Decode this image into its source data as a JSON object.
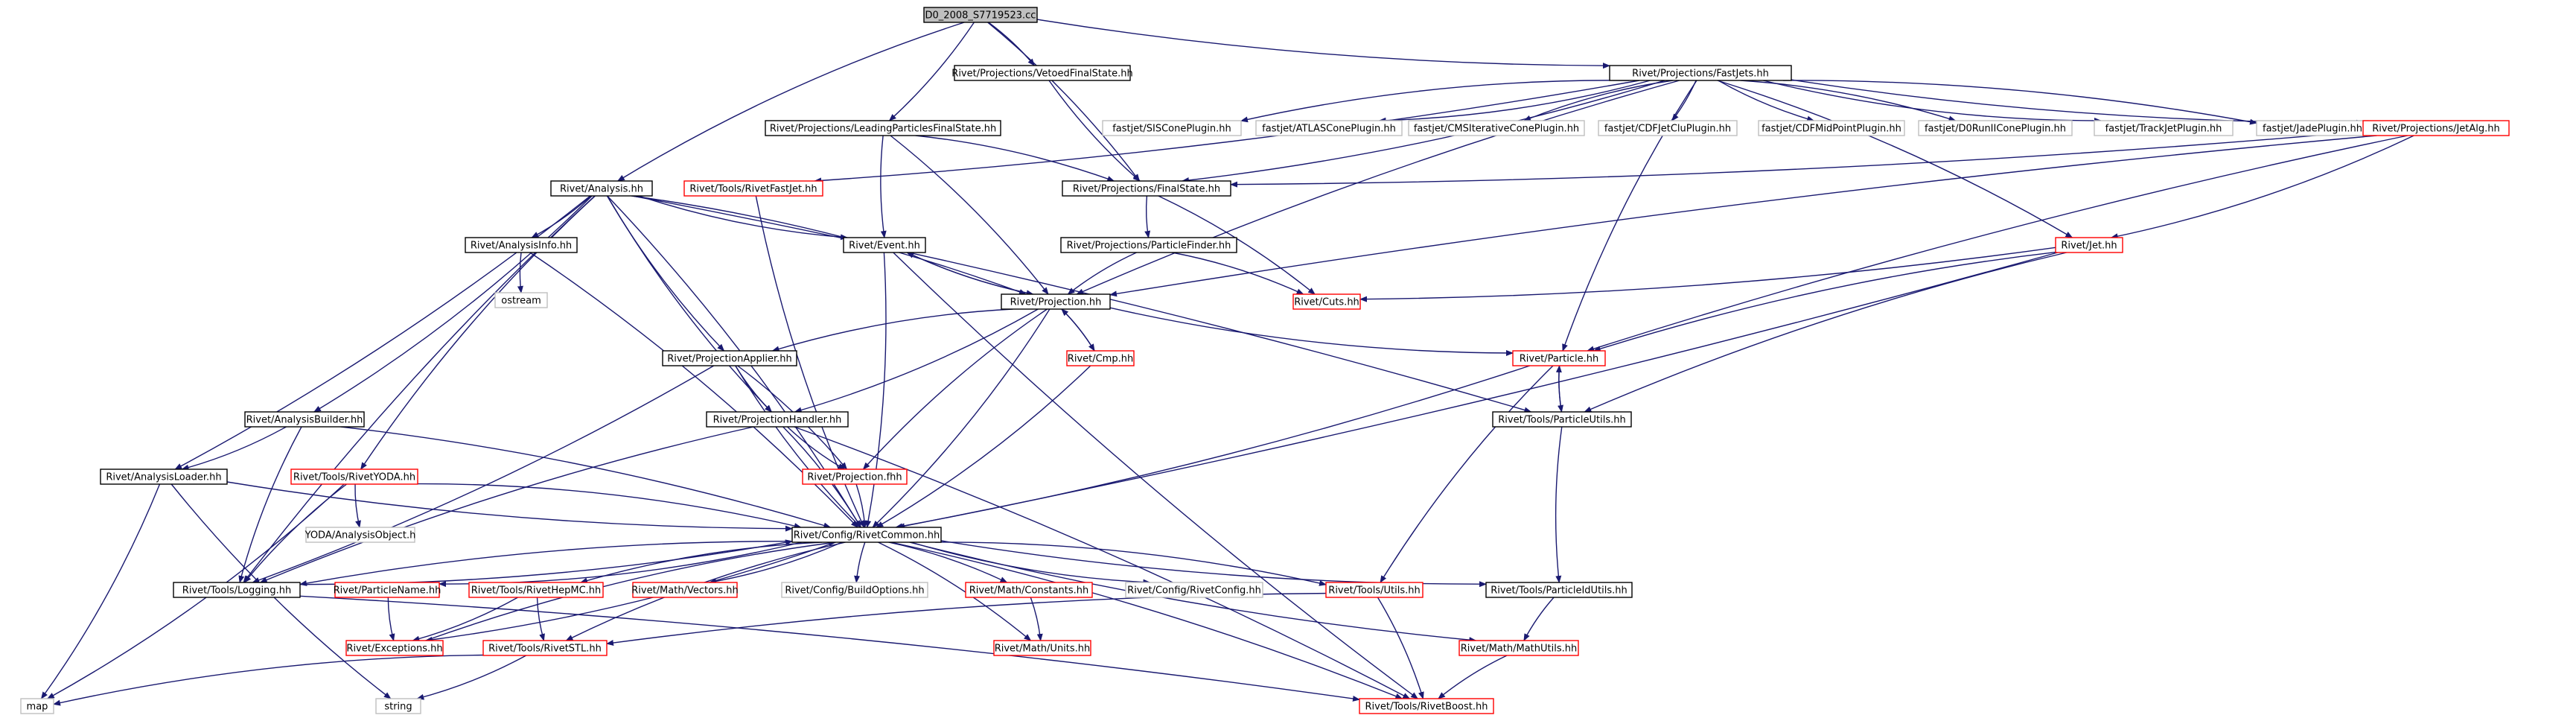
{
  "colors": {
    "edge": "#191970",
    "box_normal": "#000000",
    "box_missing": "#bfbfbf",
    "box_truncated": "#ff0000",
    "root_fill": "#bfbfbf",
    "background": "#ffffff"
  },
  "nodes": [
    {
      "id": "root",
      "label": "D0_2008_S7719523.cc",
      "style": "root"
    },
    {
      "id": "vfs",
      "label": "Rivet/Projections/VetoedFinalState.hh",
      "style": "normal"
    },
    {
      "id": "fj",
      "label": "Rivet/Projections/FastJets.hh",
      "style": "normal"
    },
    {
      "id": "lpfs",
      "label": "Rivet/Projections/LeadingParticlesFinalState.hh",
      "style": "normal"
    },
    {
      "id": "rfj",
      "label": "Rivet/Tools/RivetFastJet.hh",
      "style": "truncated"
    },
    {
      "id": "sis",
      "label": "fastjet/SISConePlugin.hh",
      "style": "missing"
    },
    {
      "id": "atlas",
      "label": "fastjet/ATLASConePlugin.hh",
      "style": "missing"
    },
    {
      "id": "cms",
      "label": "fastjet/CMSIterativeConePlugin.hh",
      "style": "missing"
    },
    {
      "id": "cdfclu",
      "label": "fastjet/CDFJetCluPlugin.hh",
      "style": "missing"
    },
    {
      "id": "cdfmid",
      "label": "fastjet/CDFMidPointPlugin.hh",
      "style": "missing"
    },
    {
      "id": "d0run",
      "label": "fastjet/D0RunIIConePlugin.hh",
      "style": "missing"
    },
    {
      "id": "track",
      "label": "fastjet/TrackJetPlugin.hh",
      "style": "missing"
    },
    {
      "id": "jade",
      "label": "fastjet/JadePlugin.hh",
      "style": "missing"
    },
    {
      "id": "jetalg",
      "label": "Rivet/Projections/JetAlg.hh",
      "style": "truncated"
    },
    {
      "id": "analysis",
      "label": "Rivet/Analysis.hh",
      "style": "normal"
    },
    {
      "id": "fs",
      "label": "Rivet/Projections/FinalState.hh",
      "style": "normal"
    },
    {
      "id": "ainfo",
      "label": "Rivet/AnalysisInfo.hh",
      "style": "normal"
    },
    {
      "id": "event",
      "label": "Rivet/Event.hh",
      "style": "normal"
    },
    {
      "id": "pf",
      "label": "Rivet/Projections/ParticleFinder.hh",
      "style": "normal"
    },
    {
      "id": "jet",
      "label": "Rivet/Jet.hh",
      "style": "truncated"
    },
    {
      "id": "ostream",
      "label": "ostream",
      "style": "missing"
    },
    {
      "id": "proj",
      "label": "Rivet/Projection.hh",
      "style": "normal"
    },
    {
      "id": "cuts",
      "label": "Rivet/Cuts.hh",
      "style": "truncated"
    },
    {
      "id": "papp",
      "label": "Rivet/ProjectionApplier.hh",
      "style": "normal"
    },
    {
      "id": "cmp",
      "label": "Rivet/Cmp.hh",
      "style": "truncated"
    },
    {
      "id": "particle",
      "label": "Rivet/Particle.hh",
      "style": "truncated"
    },
    {
      "id": "abuilder",
      "label": "Rivet/AnalysisBuilder.hh",
      "style": "normal"
    },
    {
      "id": "phandler",
      "label": "Rivet/ProjectionHandler.hh",
      "style": "normal"
    },
    {
      "id": "putils",
      "label": "Rivet/Tools/ParticleUtils.hh",
      "style": "normal"
    },
    {
      "id": "aloader",
      "label": "Rivet/AnalysisLoader.hh",
      "style": "normal"
    },
    {
      "id": "ryoda",
      "label": "Rivet/Tools/RivetYODA.hh",
      "style": "truncated"
    },
    {
      "id": "pfhh",
      "label": "Rivet/Projection.fhh",
      "style": "truncated"
    },
    {
      "id": "yao",
      "label": "YODA/AnalysisObject.h",
      "style": "missing"
    },
    {
      "id": "rcommon",
      "label": "Rivet/Config/RivetCommon.hh",
      "style": "normal"
    },
    {
      "id": "logging",
      "label": "Rivet/Tools/Logging.hh",
      "style": "normal"
    },
    {
      "id": "pname",
      "label": "Rivet/ParticleName.hh",
      "style": "truncated"
    },
    {
      "id": "hepmc",
      "label": "Rivet/Tools/RivetHepMC.hh",
      "style": "truncated"
    },
    {
      "id": "vectors",
      "label": "Rivet/Math/Vectors.hh",
      "style": "truncated"
    },
    {
      "id": "bopts",
      "label": "Rivet/Config/BuildOptions.hh",
      "style": "missing"
    },
    {
      "id": "mconst",
      "label": "Rivet/Math/Constants.hh",
      "style": "truncated"
    },
    {
      "id": "rconfig",
      "label": "Rivet/Config/RivetConfig.hh",
      "style": "missing"
    },
    {
      "id": "tutils",
      "label": "Rivet/Tools/Utils.hh",
      "style": "truncated"
    },
    {
      "id": "pidutils",
      "label": "Rivet/Tools/ParticleIdUtils.hh",
      "style": "normal"
    },
    {
      "id": "exceptions",
      "label": "Rivet/Exceptions.hh",
      "style": "truncated"
    },
    {
      "id": "rstl",
      "label": "Rivet/Tools/RivetSTL.hh",
      "style": "truncated"
    },
    {
      "id": "munits",
      "label": "Rivet/Math/Units.hh",
      "style": "truncated"
    },
    {
      "id": "mutils",
      "label": "Rivet/Math/MathUtils.hh",
      "style": "truncated"
    },
    {
      "id": "map",
      "label": "map",
      "style": "missing"
    },
    {
      "id": "string",
      "label": "string",
      "style": "missing"
    },
    {
      "id": "rboost",
      "label": "Rivet/Tools/RivetBoost.hh",
      "style": "truncated"
    }
  ],
  "edges": [
    [
      "root",
      "vfs"
    ],
    [
      "root",
      "fj"
    ],
    [
      "root",
      "lpfs"
    ],
    [
      "root",
      "analysis"
    ],
    [
      "root",
      "fs"
    ],
    [
      "vfs",
      "fs"
    ],
    [
      "fj",
      "rfj"
    ],
    [
      "fj",
      "sis"
    ],
    [
      "fj",
      "atlas"
    ],
    [
      "fj",
      "cms"
    ],
    [
      "fj",
      "cdfclu"
    ],
    [
      "fj",
      "cdfmid"
    ],
    [
      "fj",
      "d0run"
    ],
    [
      "fj",
      "track"
    ],
    [
      "fj",
      "jade"
    ],
    [
      "fj",
      "jetalg"
    ],
    [
      "fj",
      "fs"
    ],
    [
      "fj",
      "proj"
    ],
    [
      "fj",
      "jet"
    ],
    [
      "fj",
      "particle"
    ],
    [
      "lpfs",
      "fs"
    ],
    [
      "lpfs",
      "event"
    ],
    [
      "lpfs",
      "proj"
    ],
    [
      "rfj",
      "rcommon"
    ],
    [
      "jetalg",
      "fs"
    ],
    [
      "jetalg",
      "proj"
    ],
    [
      "jetalg",
      "jet"
    ],
    [
      "jetalg",
      "particle"
    ],
    [
      "analysis",
      "ainfo"
    ],
    [
      "analysis",
      "event"
    ],
    [
      "analysis",
      "proj"
    ],
    [
      "analysis",
      "papp"
    ],
    [
      "analysis",
      "abuilder"
    ],
    [
      "analysis",
      "phandler"
    ],
    [
      "analysis",
      "aloader"
    ],
    [
      "analysis",
      "ryoda"
    ],
    [
      "analysis",
      "rcommon"
    ],
    [
      "analysis",
      "logging"
    ],
    [
      "analysis",
      "putils"
    ],
    [
      "fs",
      "pf"
    ],
    [
      "fs",
      "cuts"
    ],
    [
      "pf",
      "proj"
    ],
    [
      "pf",
      "cuts"
    ],
    [
      "ainfo",
      "ostream"
    ],
    [
      "ainfo",
      "rcommon"
    ],
    [
      "event",
      "proj"
    ],
    [
      "event",
      "rcommon"
    ],
    [
      "event",
      "rboost"
    ],
    [
      "jet",
      "cuts"
    ],
    [
      "jet",
      "particle"
    ],
    [
      "jet",
      "rcommon"
    ],
    [
      "jet",
      "putils"
    ],
    [
      "proj",
      "event"
    ],
    [
      "proj",
      "papp"
    ],
    [
      "proj",
      "cmp"
    ],
    [
      "proj",
      "particle"
    ],
    [
      "proj",
      "phandler"
    ],
    [
      "proj",
      "pfhh"
    ],
    [
      "proj",
      "rcommon"
    ],
    [
      "papp",
      "phandler"
    ],
    [
      "papp",
      "pfhh"
    ],
    [
      "papp",
      "rcommon"
    ],
    [
      "papp",
      "logging"
    ],
    [
      "cmp",
      "proj"
    ],
    [
      "cmp",
      "rcommon"
    ],
    [
      "particle",
      "putils"
    ],
    [
      "particle",
      "rcommon"
    ],
    [
      "particle",
      "tutils"
    ],
    [
      "putils",
      "particle"
    ],
    [
      "putils",
      "pidutils"
    ],
    [
      "abuilder",
      "aloader"
    ],
    [
      "abuilder",
      "logging"
    ],
    [
      "abuilder",
      "rcommon"
    ],
    [
      "phandler",
      "pfhh"
    ],
    [
      "phandler",
      "rcommon"
    ],
    [
      "phandler",
      "logging"
    ],
    [
      "phandler",
      "rboost"
    ],
    [
      "aloader",
      "rcommon"
    ],
    [
      "aloader",
      "map"
    ],
    [
      "aloader",
      "string"
    ],
    [
      "ryoda",
      "rcommon"
    ],
    [
      "ryoda",
      "yao"
    ],
    [
      "ryoda",
      "map"
    ],
    [
      "ryoda",
      "logging"
    ],
    [
      "pfhh",
      "rcommon"
    ],
    [
      "rcommon",
      "logging"
    ],
    [
      "rcommon",
      "pname"
    ],
    [
      "rcommon",
      "hepmc"
    ],
    [
      "rcommon",
      "vectors"
    ],
    [
      "rcommon",
      "bopts"
    ],
    [
      "rcommon",
      "mconst"
    ],
    [
      "rcommon",
      "rconfig"
    ],
    [
      "rcommon",
      "tutils"
    ],
    [
      "rcommon",
      "pidutils"
    ],
    [
      "rcommon",
      "exceptions"
    ],
    [
      "rcommon",
      "rstl"
    ],
    [
      "rcommon",
      "munits"
    ],
    [
      "rcommon",
      "mutils"
    ],
    [
      "rcommon",
      "rboost"
    ],
    [
      "logging",
      "rcommon"
    ],
    [
      "logging",
      "rboost"
    ],
    [
      "pname",
      "exceptions"
    ],
    [
      "hepmc",
      "exceptions"
    ],
    [
      "hepmc",
      "rstl"
    ],
    [
      "mconst",
      "munits"
    ],
    [
      "tutils",
      "rstl"
    ],
    [
      "tutils",
      "rboost"
    ],
    [
      "pidutils",
      "mutils"
    ],
    [
      "exceptions",
      "rcommon"
    ],
    [
      "rstl",
      "map"
    ],
    [
      "rstl",
      "string"
    ],
    [
      "mutils",
      "rboost"
    ]
  ]
}
